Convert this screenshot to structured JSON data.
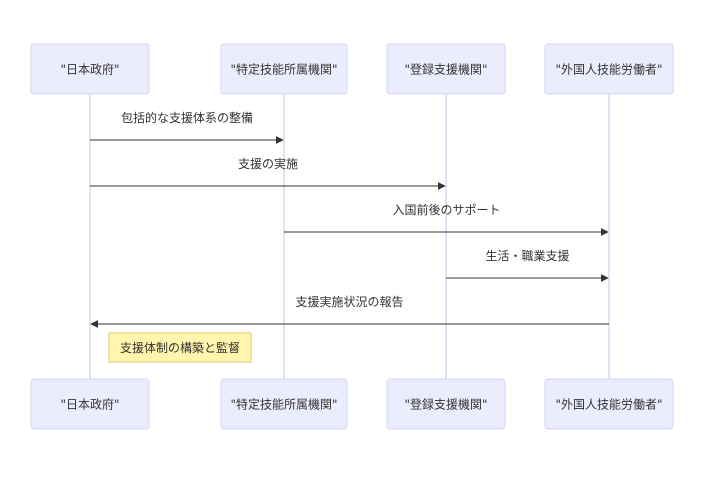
{
  "actors": [
    {
      "id": "gov",
      "label": "\"日本政府\""
    },
    {
      "id": "org",
      "label": "\"特定技能所属機関\""
    },
    {
      "id": "reg",
      "label": "\"登録支援機関\""
    },
    {
      "id": "worker",
      "label": "\"外国人技能労働者\""
    }
  ],
  "messages": [
    {
      "from": "gov",
      "to": "org",
      "text": "包括的な支援体系の整備"
    },
    {
      "from": "gov",
      "to": "reg",
      "text": "支援の実施"
    },
    {
      "from": "org",
      "to": "worker",
      "text": "入国前後のサポート"
    },
    {
      "from": "reg",
      "to": "worker",
      "text": "生活・職業支援"
    },
    {
      "from": "worker",
      "to": "gov",
      "text": "支援実施状況の報告"
    }
  ],
  "note": {
    "over": "gov",
    "text": "支援体制の構築と監督"
  },
  "colors": {
    "actor_fill": "#ececff",
    "actor_border": "#d4d4f4",
    "lifeline": "#d0d0f0",
    "message": "#333333",
    "note_fill": "#fff5ad",
    "note_border": "#d9c96a"
  }
}
